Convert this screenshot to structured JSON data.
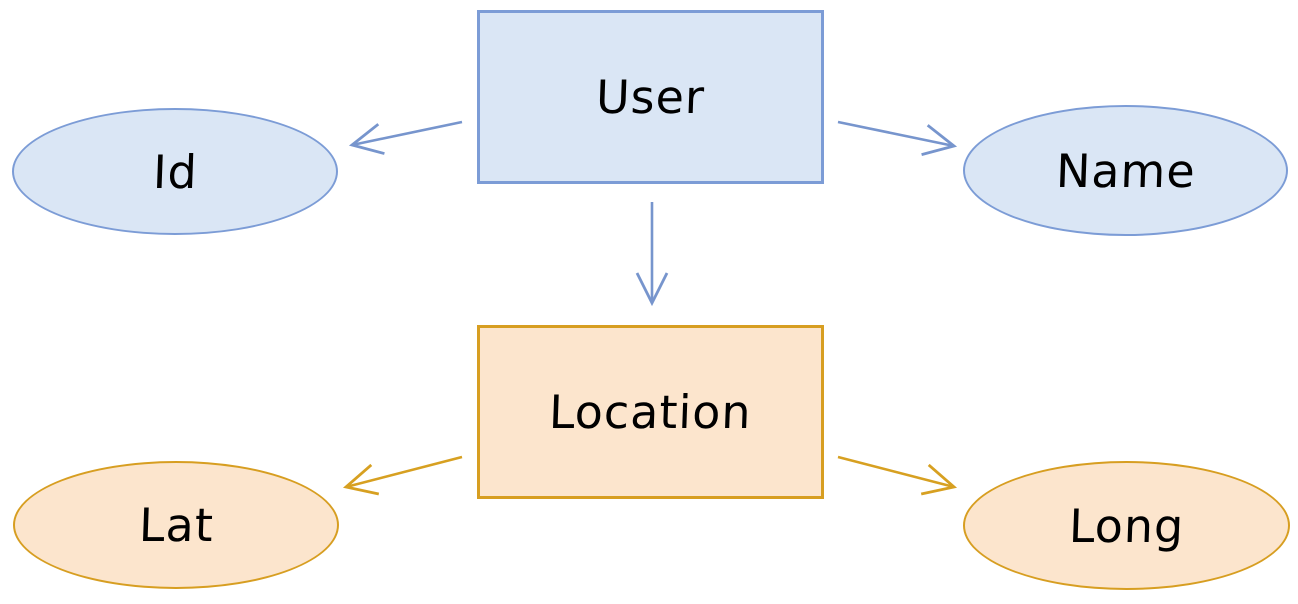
{
  "diagram": {
    "type": "er-diagram",
    "background": "#ffffff",
    "colors": {
      "entity_blue_fill": "#dae6f5",
      "entity_blue_border": "#7c9cd6",
      "arrow_blue": "#7795cd",
      "entity_orange_fill": "#fce5cd",
      "entity_orange_border": "#d79e21",
      "arrow_orange": "#d7a021",
      "text": "#000000"
    },
    "entities": [
      {
        "id": "user",
        "label": "User",
        "shape": "rectangle",
        "theme": "blue"
      },
      {
        "id": "location",
        "label": "Location",
        "shape": "rectangle",
        "theme": "orange"
      }
    ],
    "attributes": [
      {
        "id": "id",
        "label": "Id",
        "shape": "ellipse",
        "theme": "blue",
        "attribute_of": "User"
      },
      {
        "id": "name",
        "label": "Name",
        "shape": "ellipse",
        "theme": "blue",
        "attribute_of": "User"
      },
      {
        "id": "lat",
        "label": "Lat",
        "shape": "ellipse",
        "theme": "orange",
        "attribute_of": "Location"
      },
      {
        "id": "long",
        "label": "Long",
        "shape": "ellipse",
        "theme": "orange",
        "attribute_of": "Location"
      }
    ],
    "connections": [
      {
        "from": "User",
        "to": "Id",
        "style": "open-arrow",
        "color_theme": "blue"
      },
      {
        "from": "User",
        "to": "Name",
        "style": "open-arrow",
        "color_theme": "blue"
      },
      {
        "from": "User",
        "to": "Location",
        "style": "open-arrow",
        "color_theme": "blue"
      },
      {
        "from": "Location",
        "to": "Lat",
        "style": "open-arrow",
        "color_theme": "orange"
      },
      {
        "from": "Location",
        "to": "Long",
        "style": "open-arrow",
        "color_theme": "orange"
      }
    ]
  }
}
